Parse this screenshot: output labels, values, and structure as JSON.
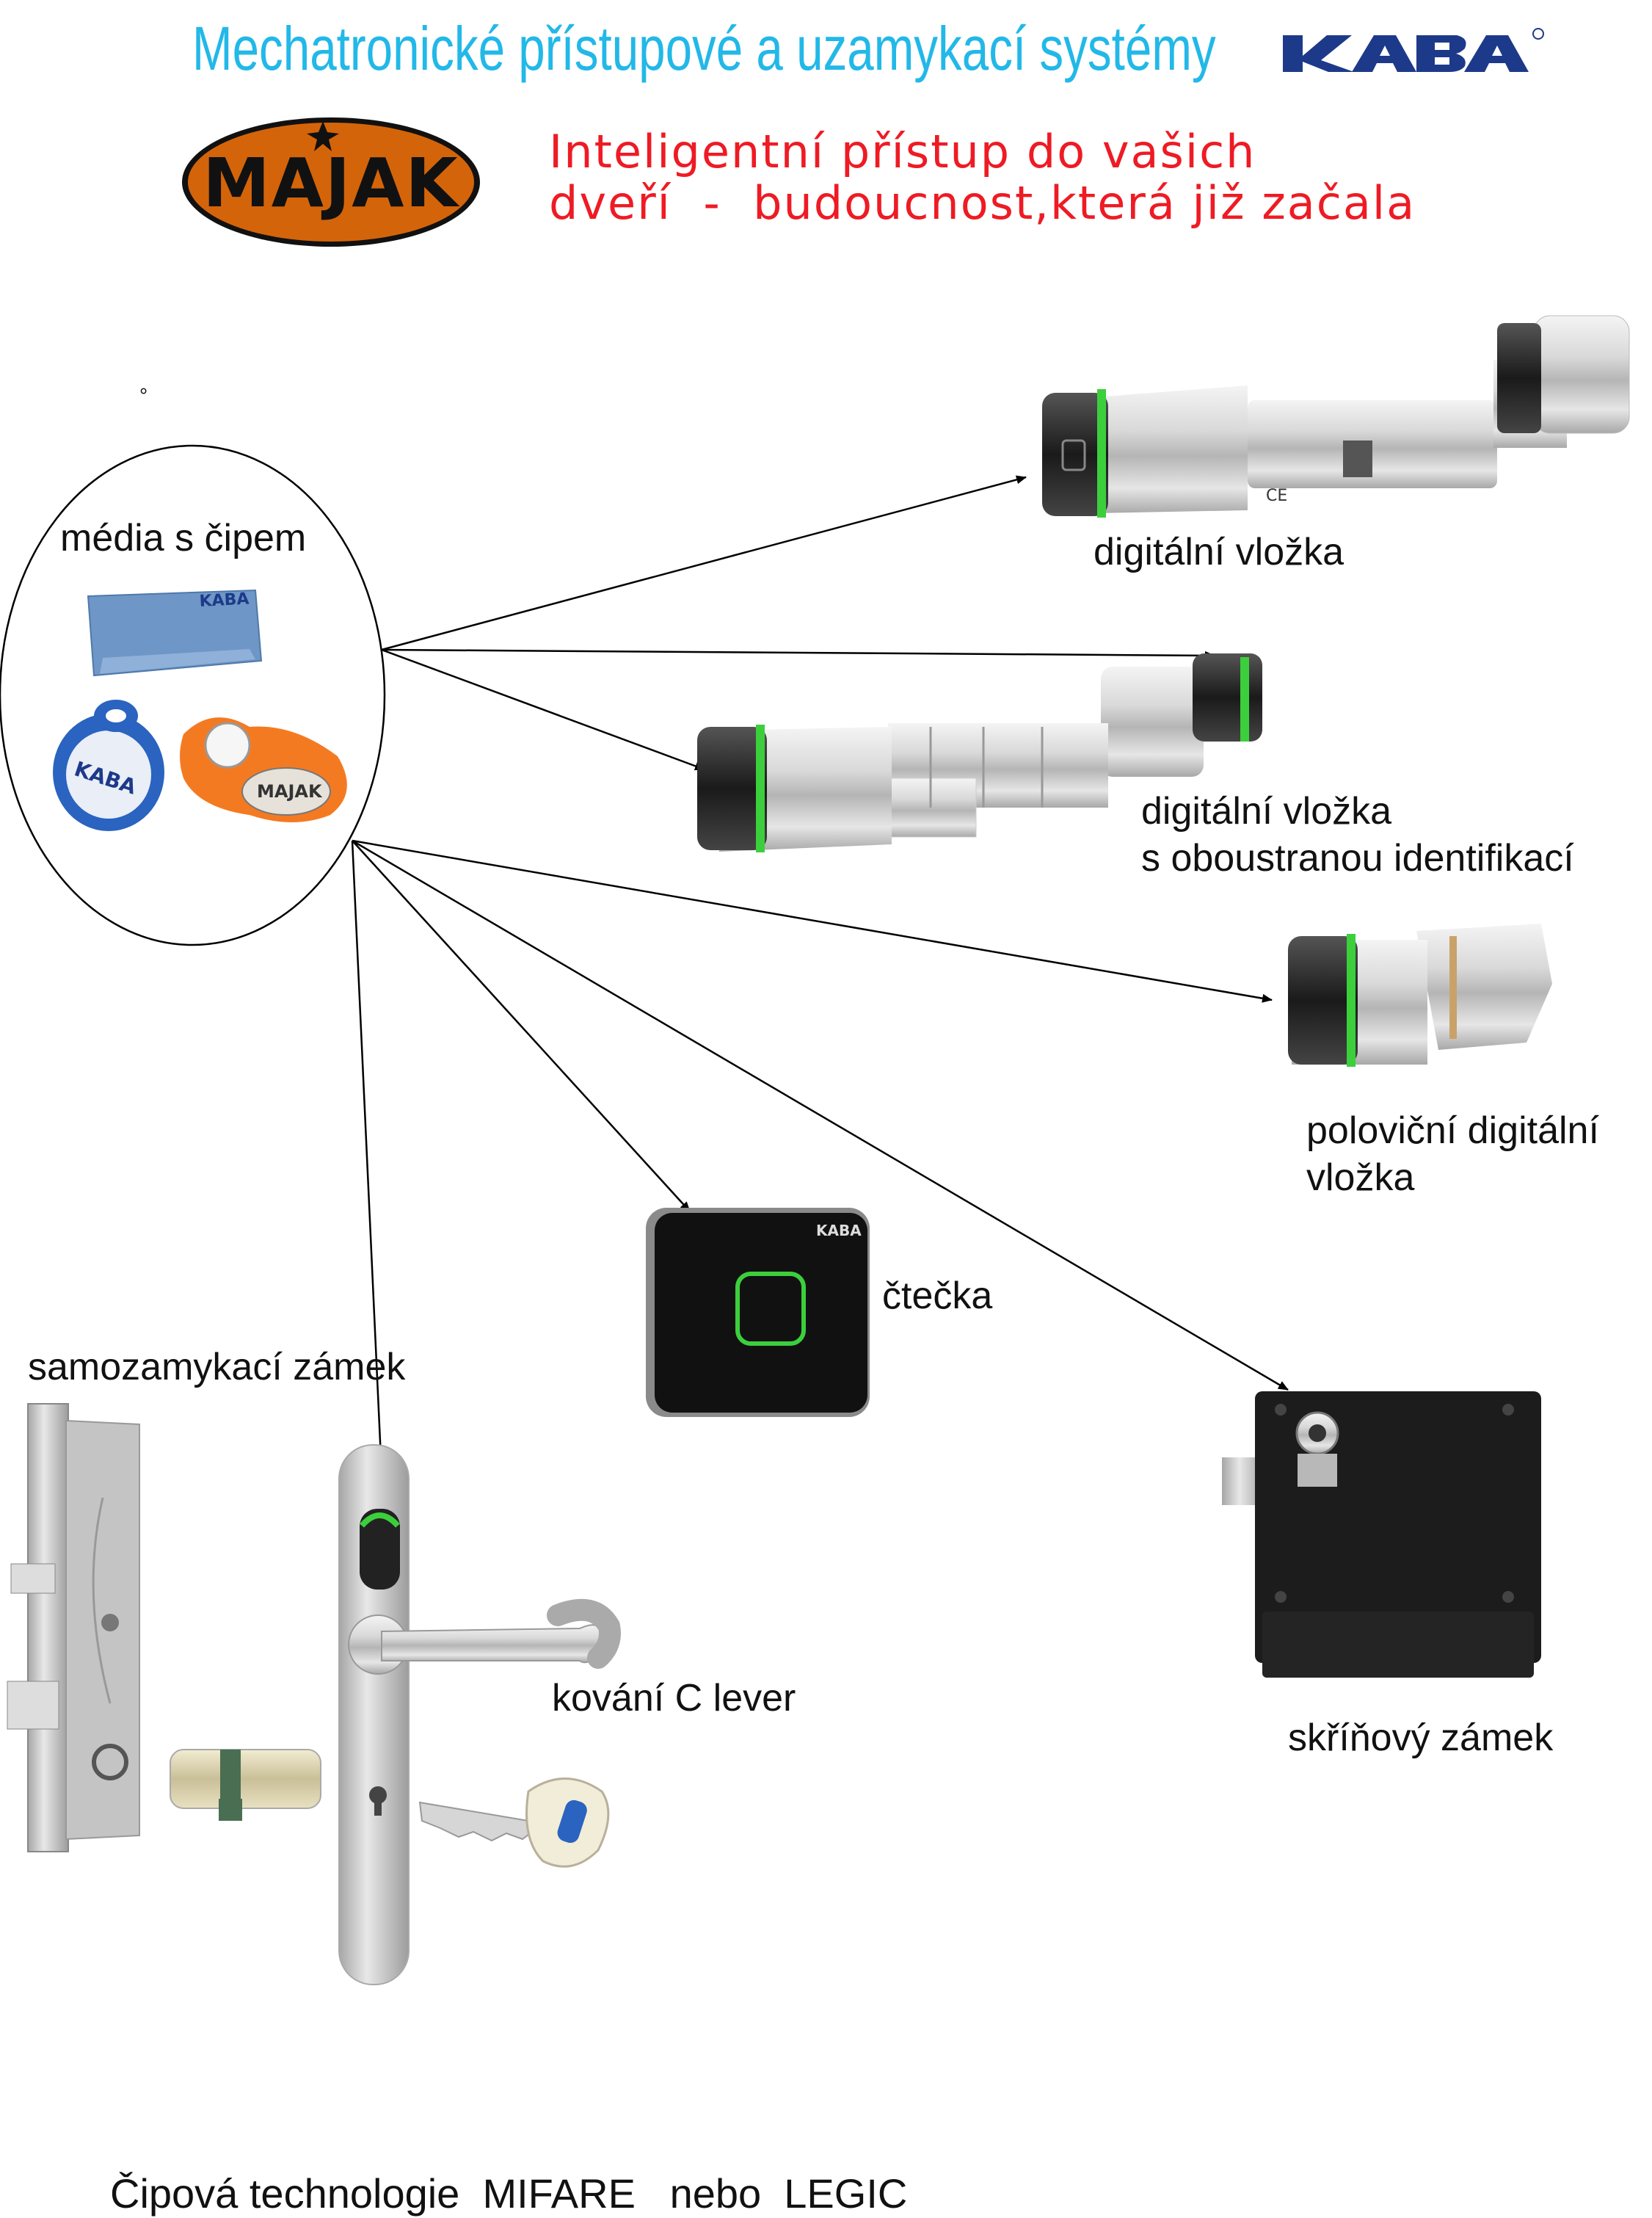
{
  "header": {
    "title": "Mechatronické přístupové a uzamykací systémy",
    "tagline_line1": "Inteligentní přístup do vašich",
    "tagline_line2": "dveří  -  budoucnost,která již začala"
  },
  "logos": {
    "kaba": "KABA",
    "majak": "MAJAK"
  },
  "colors": {
    "title": "#22b8e8",
    "tagline": "#ee1b24",
    "majak_fill": "#d4640a",
    "kaba_blue": "#1d3a8a",
    "led_green": "#3ccf3c"
  },
  "hub": {
    "label": "média s čipem",
    "stray_mark": "°"
  },
  "products": {
    "digital_cylinder": "digitální vložka",
    "double_cylinder_line1": "digitální vložka",
    "double_cylinder_line2": "s oboustranou identifikací",
    "half_cylinder_line1": "poloviční digitální",
    "half_cylinder_line2": "vložka",
    "reader": "čtečka",
    "selflocking_lock": "samozamykací zámek",
    "lever_fitting": "kování C lever",
    "box_lock": "skříňový zámek"
  },
  "footer": {
    "text": "Čipová technologie  MIFARE   nebo  LEGIC"
  }
}
